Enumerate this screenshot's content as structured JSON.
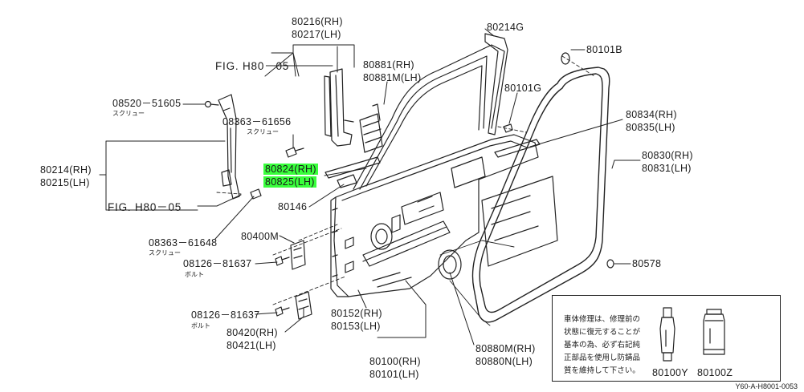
{
  "labels": {
    "p80216": "80216(RH)",
    "p80217": "80217(LH)",
    "fig_top": "FIG. H80－05",
    "p08520": "08520－51605",
    "screw_1": "スクリュー",
    "p08363a": "08363－61656",
    "screw_2": "スクリュー",
    "p80214rh": "80214(RH)",
    "p80215lh": "80215(LH)",
    "fig_bottom": "FIG. H80－05",
    "p08363b": "08363－61648",
    "screw_3": "スクリュー",
    "p80400m": "80400M",
    "p08126a": "08126－81637",
    "bolt_1": "ボルト",
    "p08126b": "08126－81637",
    "bolt_2": "ボルト",
    "p80420rh": "80420(RH)",
    "p80421lh": "80421(LH)",
    "p80214g": "80214G",
    "p80881rh": "80881(RH)",
    "p80881mlh": "80881M(LH)",
    "p80101g": "80101G",
    "p80101b": "80101B",
    "p80824rh": "80824(RH)",
    "p80825lh": "80825(LH)",
    "p80146": "80146",
    "p80834rh": "80834(RH)",
    "p80835lh": "80835(LH)",
    "p80830rh": "80830(RH)",
    "p80831lh": "80831(LH)",
    "p80578": "80578",
    "p80152rh": "80152(RH)",
    "p80153lh": "80153(LH)",
    "p80100rh": "80100(RH)",
    "p80101lh": "80101(LH)",
    "p80880mrh": "80880M(RH)",
    "p80880nlh": "80880N(LH)",
    "p80100y": "80100Y",
    "p80100z": "80100Z"
  },
  "note": {
    "line1": "車体修理は、修理前の",
    "line2": "状態に復元することが",
    "line3": "基本の為、必ず右記純",
    "line4": "正部品を使用し防錆品",
    "line5": "質を維持して下さい。"
  },
  "code": "Y60-A-H8001-0053"
}
